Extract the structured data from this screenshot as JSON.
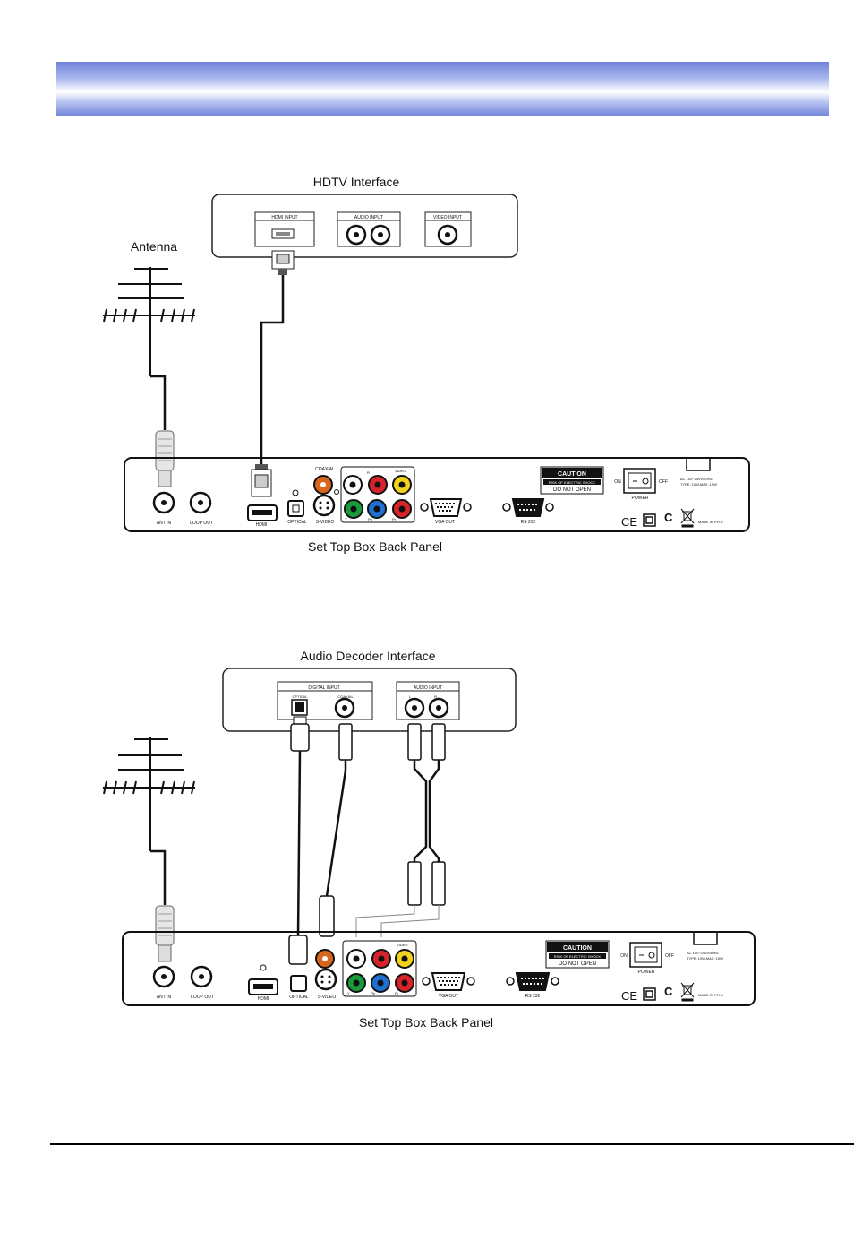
{
  "diagram1": {
    "title": "HDTV Interface",
    "antenna_label": "Antenna",
    "tv_ports": {
      "hdmi": "HDMI INPUT",
      "audio": "AUDIO INPUT",
      "video": "VIDEO INPUT"
    },
    "panel_label": "Set Top Box Back Panel"
  },
  "diagram2": {
    "title": "Audio Decoder Interface",
    "decoder_ports": {
      "digital": "DIGITAL INPUT",
      "optical": "OPTICAL",
      "coaxial": "COAXIAL",
      "audio": "AUDIO INPUT",
      "l": "L",
      "r": "R"
    },
    "panel_label": "Set Top Box Back Panel"
  },
  "back_panel": {
    "ant_in": "ANT IN",
    "loop_out": "LOOP OUT",
    "hdmi": "HDMI",
    "optical": "OPTICAL",
    "s_video": "S-VIDEO",
    "coaxial": "COAXIAL",
    "video": "VIDEO",
    "l": "L",
    "r": "R",
    "y": "Y",
    "pb": "Pb",
    "pr": "Pr",
    "vga_out": "VGA OUT",
    "rs232": "RS 232",
    "caution": "CAUTION",
    "shock": "RISK OF ELECTRIC SHOCK",
    "do_not_open": "DO NOT OPEN",
    "on": "ON",
    "off": "OFF",
    "power": "POWER",
    "ac_rating": "AC 100~240V/50HZ",
    "type_rating": "TYPE: 10W,MAX: 15W",
    "made_in": "MADE IN P.R.C",
    "ce_mark": "CE"
  },
  "colors": {
    "green": "#1a9a3a",
    "blue": "#1f6fd0",
    "red": "#d8232a",
    "yellow": "#f2d21c",
    "orange": "#d9661a"
  }
}
